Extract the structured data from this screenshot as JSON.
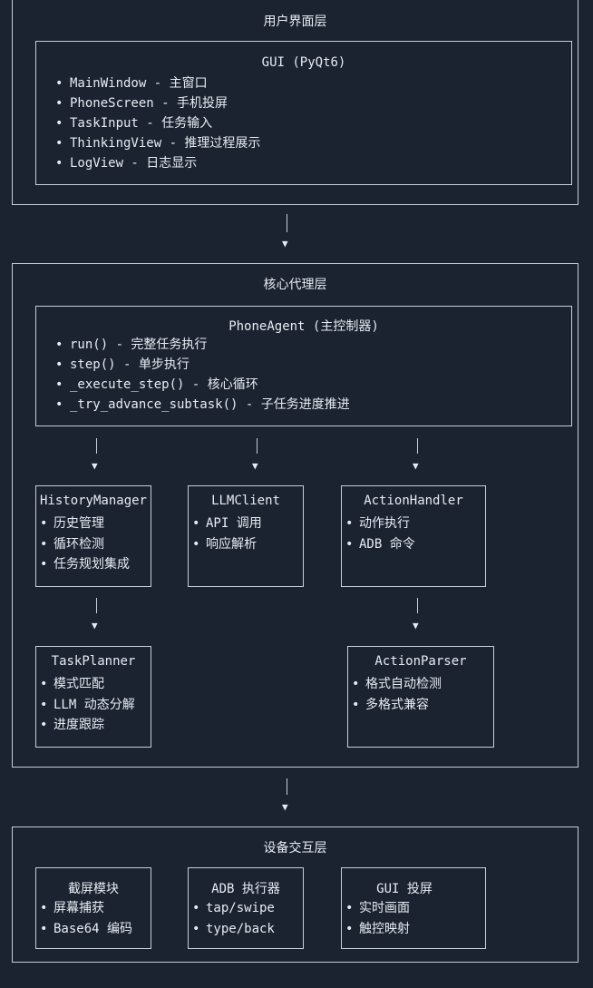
{
  "ui_layer": {
    "title": "用户界面层",
    "gui": {
      "title": "GUI (PyQt6)",
      "items": [
        "MainWindow - 主窗口",
        "PhoneScreen - 手机投屏",
        "TaskInput - 任务输入",
        "ThinkingView - 推理过程展示",
        "LogView - 日志显示"
      ]
    }
  },
  "core_layer": {
    "title": "核心代理层",
    "agent": {
      "title": "PhoneAgent (主控制器)",
      "items": [
        "run() - 完整任务执行",
        "step() - 单步执行",
        "_execute_step() - 核心循环",
        "_try_advance_subtask() - 子任务进度推进"
      ]
    },
    "modules": {
      "history": {
        "title": "HistoryManager",
        "items": [
          "历史管理",
          "循环检测",
          "任务规划集成"
        ]
      },
      "llm": {
        "title": "LLMClient",
        "items": [
          "API 调用",
          "响应解析"
        ]
      },
      "action": {
        "title": "ActionHandler",
        "items": [
          "动作执行",
          "ADB 命令"
        ]
      },
      "planner": {
        "title": "TaskPlanner",
        "items": [
          "模式匹配",
          "LLM 动态分解",
          "进度跟踪"
        ]
      },
      "parser": {
        "title": "ActionParser",
        "items": [
          "格式自动检测",
          "多格式兼容"
        ]
      }
    }
  },
  "device_layer": {
    "title": "设备交互层",
    "modules": {
      "screenshot": {
        "title": "截屏模块",
        "items": [
          "屏幕捕获",
          "Base64 编码"
        ]
      },
      "adb": {
        "title": "ADB 执行器",
        "items": [
          "tap/swipe",
          "type/back"
        ]
      },
      "gui_cast": {
        "title": "GUI 投屏",
        "items": [
          "实时画面",
          "触控映射"
        ]
      }
    }
  },
  "bullet_char": "•",
  "arrow_char": "▼"
}
